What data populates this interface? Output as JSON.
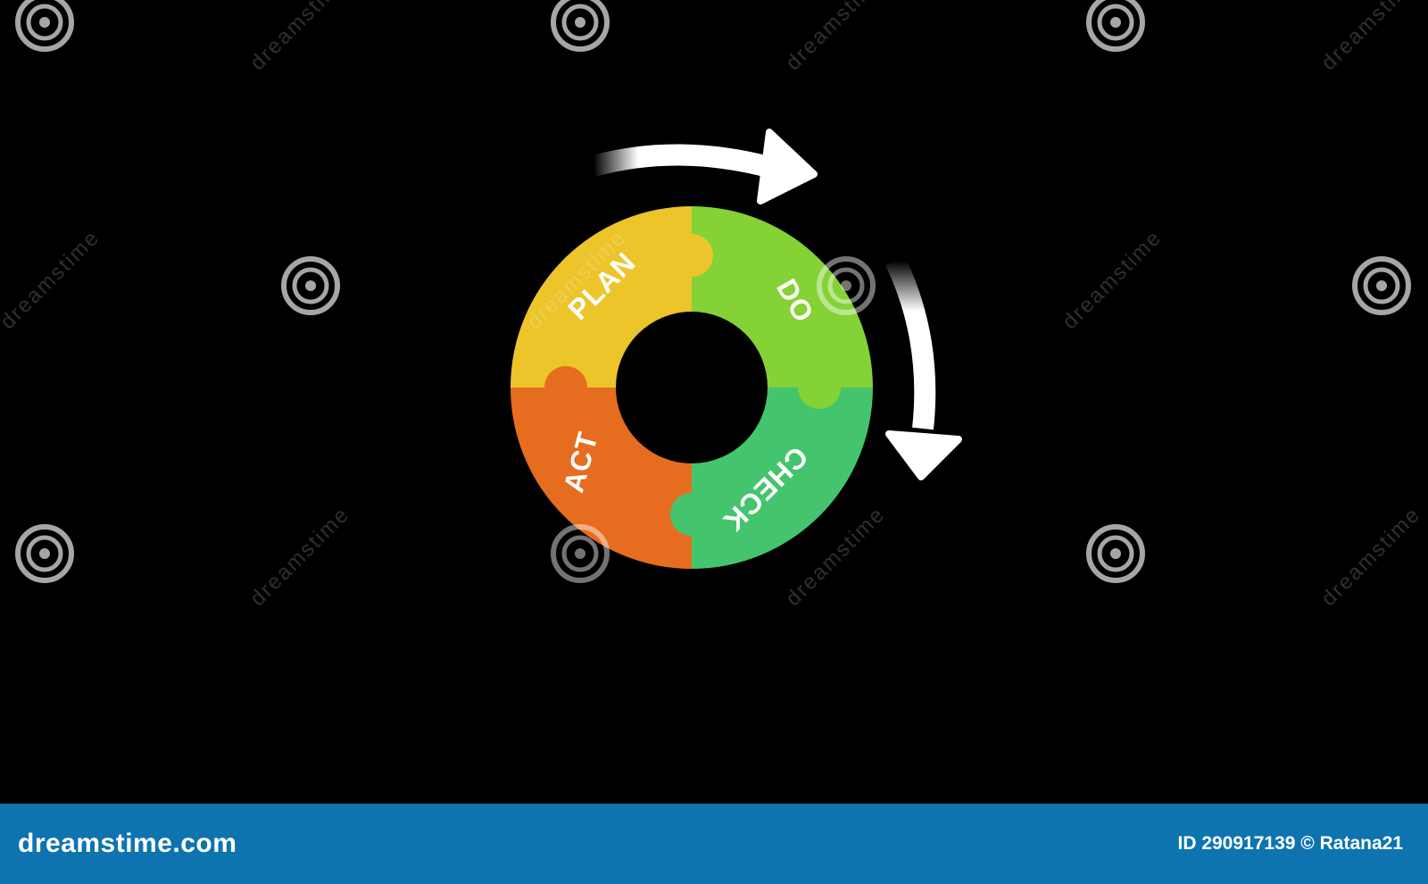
{
  "diagram": {
    "segments": [
      {
        "id": "plan",
        "label": "PLAN",
        "color": "#ecc52a"
      },
      {
        "id": "do",
        "label": "DO",
        "color": "#84d236"
      },
      {
        "id": "check",
        "label": "CHECK",
        "color": "#45c46e"
      },
      {
        "id": "act",
        "label": "ACT",
        "color": "#e66d1f"
      }
    ],
    "arrows": [
      "clockwise-arrow-top",
      "clockwise-arrow-right"
    ]
  },
  "watermark": {
    "text": "dreamstime",
    "icon": "spiral-logo-icon"
  },
  "footer": {
    "brand": "dreamstime.com",
    "id_label": "ID 290917139",
    "copyright_symbol": "©",
    "author": "Ratana21",
    "background_color": "#0e74b0"
  }
}
